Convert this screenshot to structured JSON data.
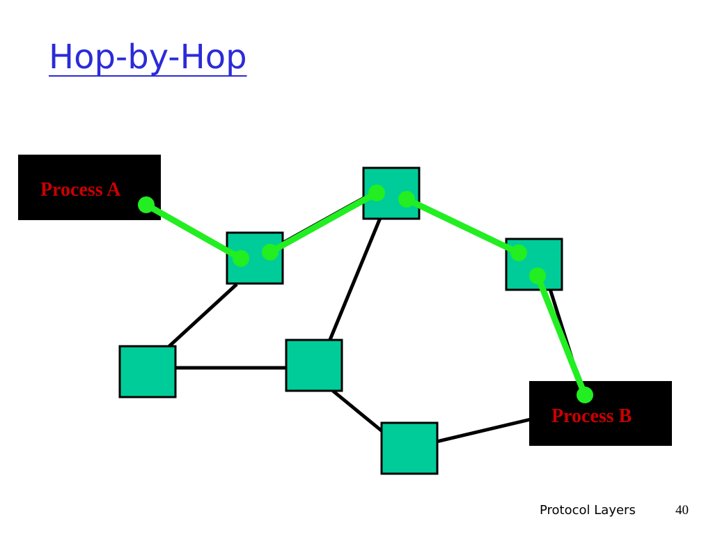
{
  "slide": {
    "title": "Hop-by-Hop",
    "footer_left": "Protocol Layers",
    "page_number": "40"
  },
  "colors": {
    "title": "#2b2bd8",
    "node_fill": "#00cc99",
    "node_stroke": "#000000",
    "link": "#000000",
    "path": "#22ee22",
    "process_box": "#000000",
    "process_text": "#cc0000"
  },
  "diagram": {
    "process_a": {
      "label": "Process A"
    },
    "process_b": {
      "label": "Process B"
    }
  }
}
